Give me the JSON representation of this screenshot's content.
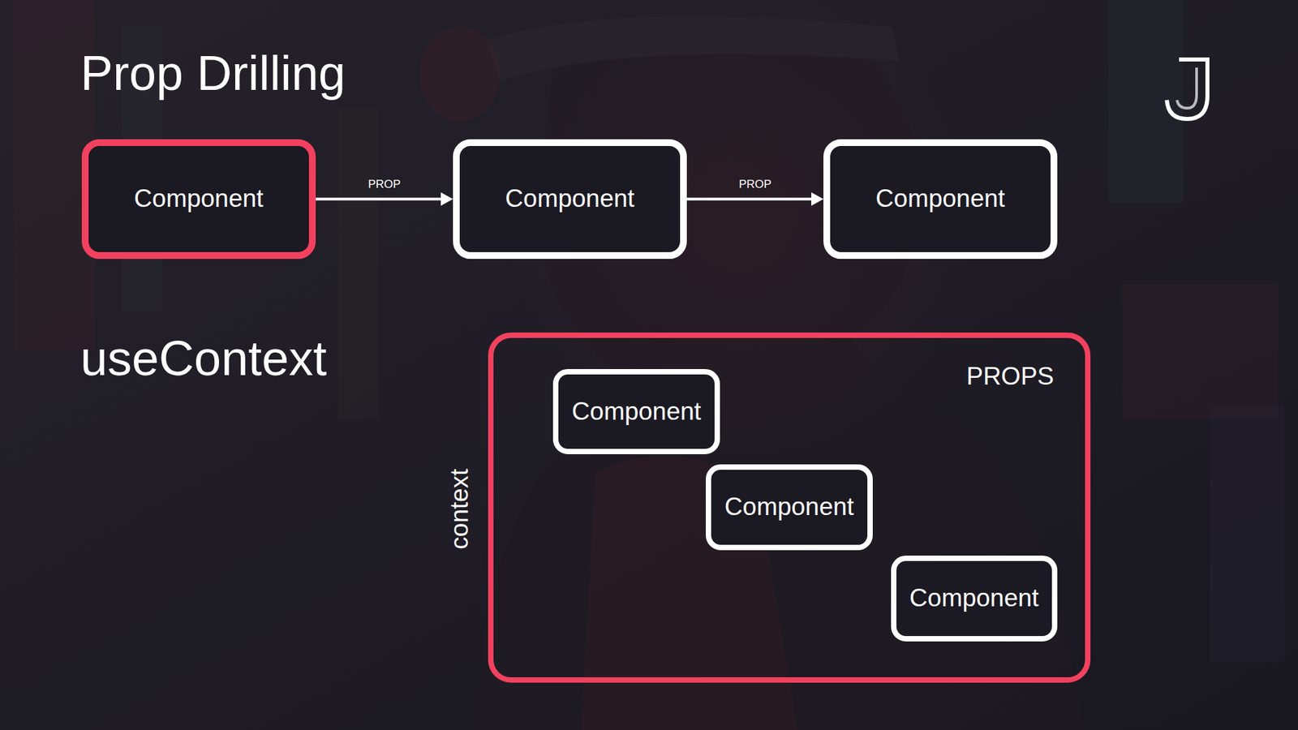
{
  "diagram": {
    "title": "Prop Drilling",
    "nodes": [
      {
        "text": [
          "Component"
        ]
      },
      {
        "text": [
          "Component"
        ]
      },
      {
        "text": [
          "Component"
        ]
      },
      {
        "text": [
          "PROPS",
          "context"
        ]
      },
      {
        "text": [
          "Component"
        ],
        "in": 3
      },
      {
        "text": [
          "Component"
        ],
        "in": 3
      },
      {
        "text": [
          "Component"
        ],
        "in": 3
      }
    ],
    "edges": [
      {
        "from": 0,
        "to": 1,
        "arrow": "to",
        "label": "PROP"
      },
      {
        "from": 1,
        "to": 2,
        "arrow": "to",
        "label": "PROP"
      }
    ],
    "labels": [
      "useContext"
    ]
  }
}
